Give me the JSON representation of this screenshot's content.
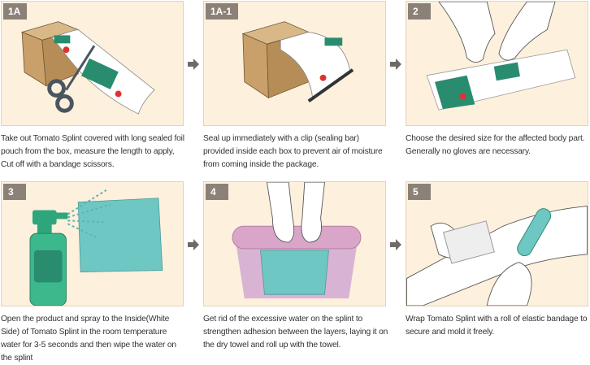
{
  "steps": [
    {
      "label": "1A",
      "text": "Take out Tomato Splint covered with long sealed foil pouch from the box, measure the length to apply, Cut off with a bandage scissors."
    },
    {
      "label": "1A-1",
      "text": "Seal up immediately with a clip (sealing bar) provided inside each box to prevent air of moisture from coming inside the package."
    },
    {
      "label": "2",
      "text": "Choose the desired size for the affected body part. Generally no gloves are necessary."
    },
    {
      "label": "3",
      "text": "Open the product and spray to the Inside(White Side) of Tomato Splint in the room temperature water for 3-5 seconds and then wipe the water on the splint"
    },
    {
      "label": "4",
      "text": "Get rid of the excessive water on the splint to strengthen adhesion between the layers, laying it on the dry towel and roll up with the towel."
    },
    {
      "label": "5",
      "text": "Wrap Tomato Splint with a roll of elastic bandage to secure and mold it freely."
    }
  ],
  "colors": {
    "panel_bg": "#fdf0dc",
    "badge_bg": "#8b8177",
    "arrow": "#6f6a66",
    "splint_green": "#2a8c6e",
    "towel_teal": "#6fc7c4",
    "towel_pink": "#d9a6c9"
  }
}
